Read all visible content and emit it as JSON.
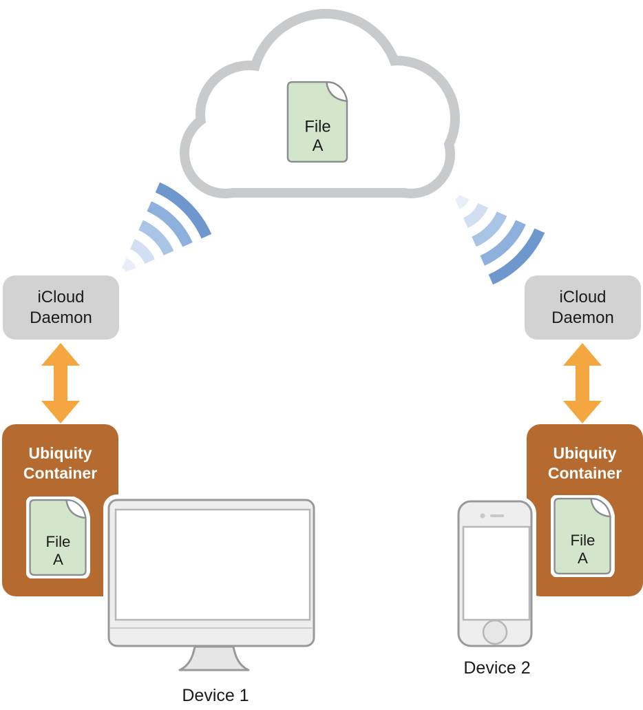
{
  "colors": {
    "cloud_outline": "#c9cacc",
    "daemon_bg": "#d2d2d3",
    "container_bg": "#b56b30",
    "container_text": "#ffffff",
    "sync_arrow": "#f4a640",
    "file_bg": "#d3e6cb",
    "file_border": "#8b8d90",
    "device_body": "#eeeeef",
    "device_stand": "#e6e6e7",
    "device_outline": "#97999c",
    "screen_border": "#b4b6b8",
    "home_button": "#e7e7e8",
    "label_text": "#1a1a1a",
    "wifi_1": "#e9eef8",
    "wifi_2": "#d2def1",
    "wifi_3": "#aac4e6",
    "wifi_4": "#8db0dc",
    "wifi_5": "#6e97ce"
  },
  "cloud": {
    "file": {
      "line1": "File",
      "line2": "A"
    }
  },
  "device1": {
    "daemon": {
      "line1": "iCloud",
      "line2": "Daemon"
    },
    "container": {
      "line1": "Ubiquity",
      "line2": "Container",
      "file": {
        "line1": "File",
        "line2": "A"
      }
    },
    "label": "Device 1"
  },
  "device2": {
    "daemon": {
      "line1": "iCloud",
      "line2": "Daemon"
    },
    "container": {
      "line1": "Ubiquity",
      "line2": "Container",
      "file": {
        "line1": "File",
        "line2": "A"
      }
    },
    "label": "Device 2"
  }
}
